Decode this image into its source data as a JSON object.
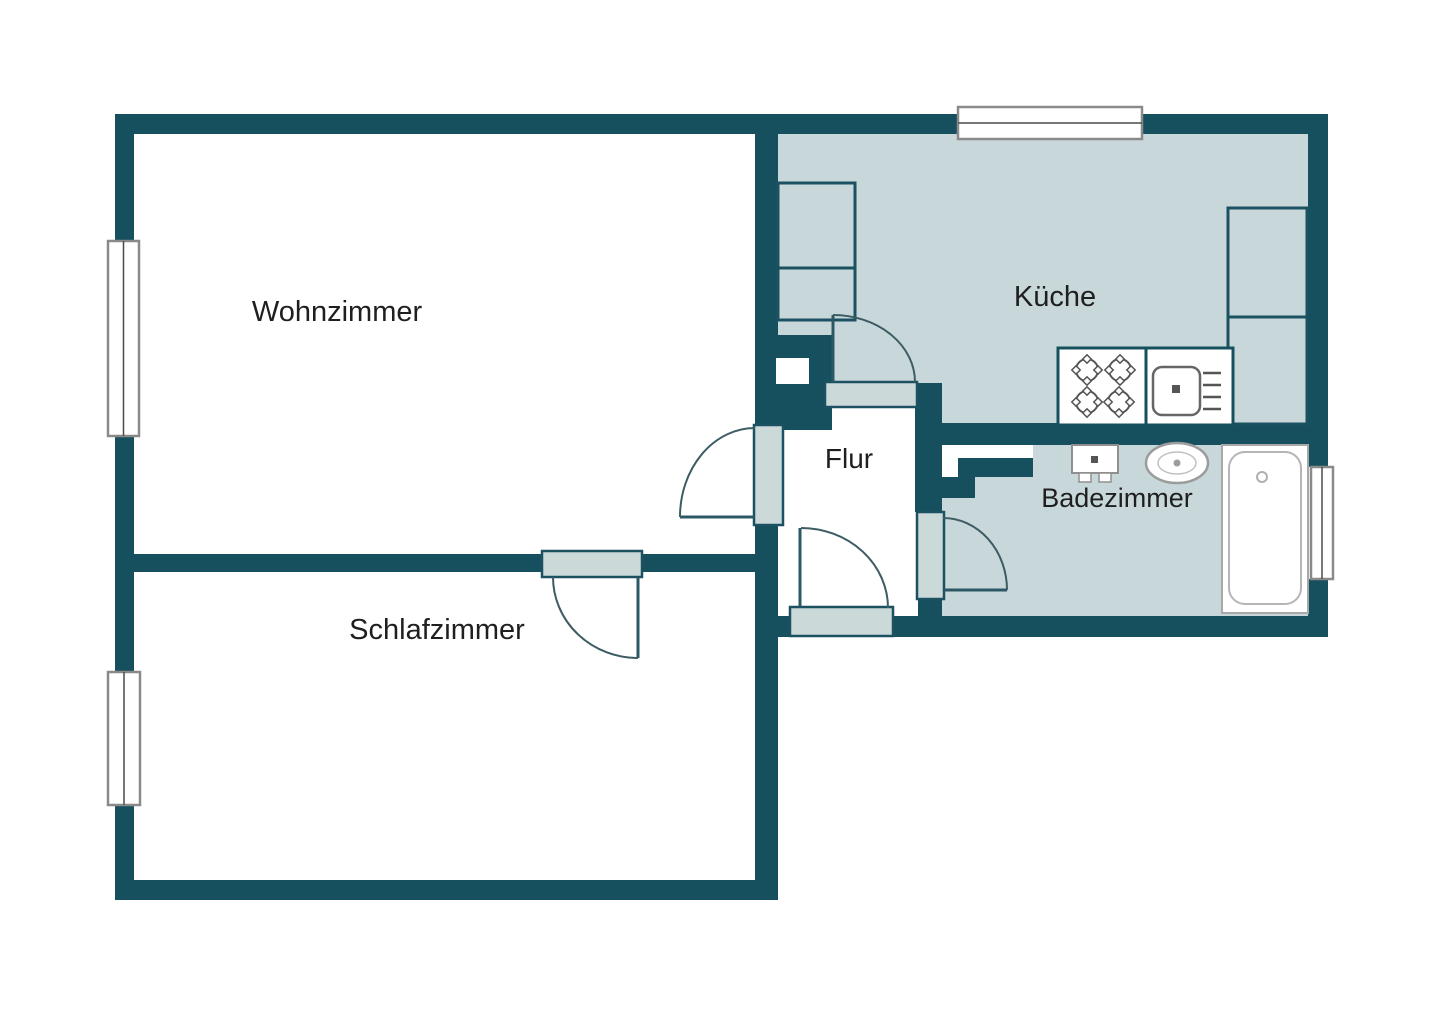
{
  "plan": {
    "type": "apartment-floorplan",
    "rooms": {
      "wohnzimmer": {
        "label": "Wohnzimmer"
      },
      "schlafzimmer": {
        "label": "Schlafzimmer"
      },
      "flur": {
        "label": "Flur"
      },
      "kueche": {
        "label": "Küche"
      },
      "badezimmer": {
        "label": "Badezimmer"
      }
    },
    "icons": [
      "window",
      "door-swing",
      "stove-icon",
      "kitchen-sink-icon",
      "kitchen-cabinet",
      "toilet-icon",
      "washbasin-icon",
      "bathtub-icon"
    ],
    "colors": {
      "wall": "#16505e",
      "wet_room_floor": "#c8d8da",
      "dry_room_floor": "#ffffff",
      "door_blade": "#ccd9d9",
      "window_frame": "#8a8a8a",
      "fixture_outline": "#9c9c9c",
      "swing_arc": "#3d5c63",
      "label_text": "#1f1f1f",
      "background": "#ffffff"
    }
  }
}
